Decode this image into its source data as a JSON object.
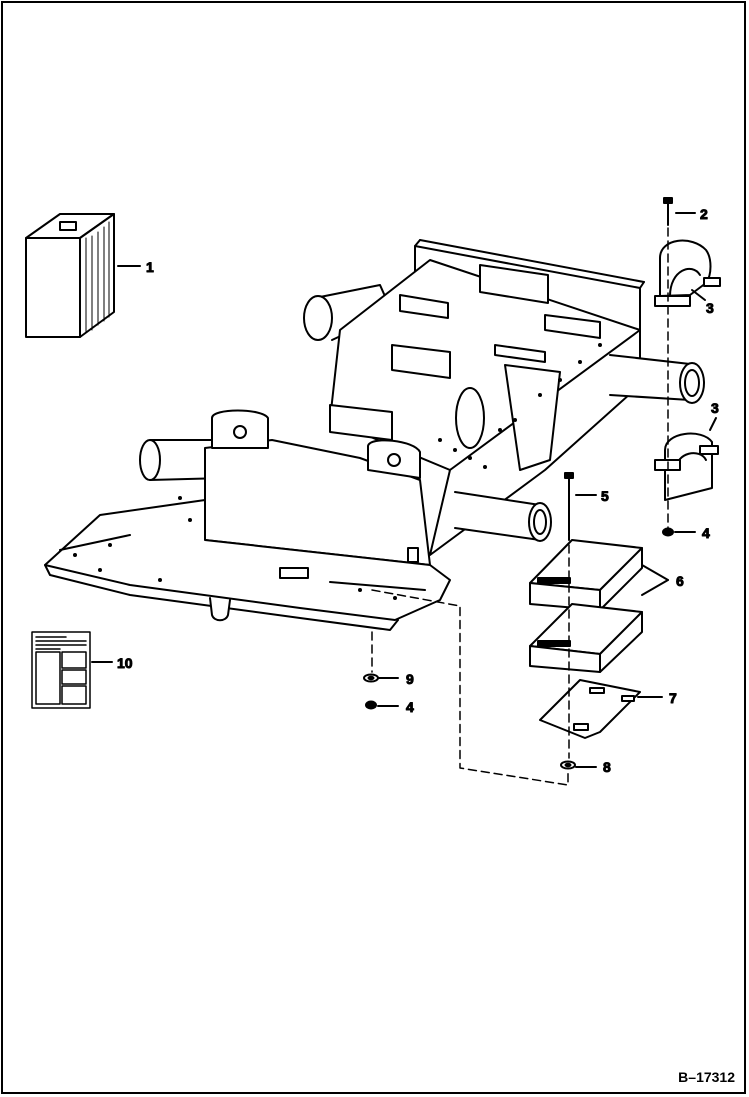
{
  "figure_ref": "B–17312",
  "callouts": [
    {
      "id": "c1",
      "text": "1"
    },
    {
      "id": "c2",
      "text": "2"
    },
    {
      "id": "c3a",
      "text": "3"
    },
    {
      "id": "c3b",
      "text": "3"
    },
    {
      "id": "c4a",
      "text": "4"
    },
    {
      "id": "c5",
      "text": "5"
    },
    {
      "id": "c6",
      "text": "6"
    },
    {
      "id": "c7",
      "text": "7"
    },
    {
      "id": "c8",
      "text": "8"
    },
    {
      "id": "c9",
      "text": "9"
    },
    {
      "id": "c4b",
      "text": "4"
    },
    {
      "id": "c10",
      "text": "10"
    }
  ],
  "colors": {
    "ink": "#000000",
    "paper": "#ffffff",
    "shade": "#e6e6e6"
  }
}
